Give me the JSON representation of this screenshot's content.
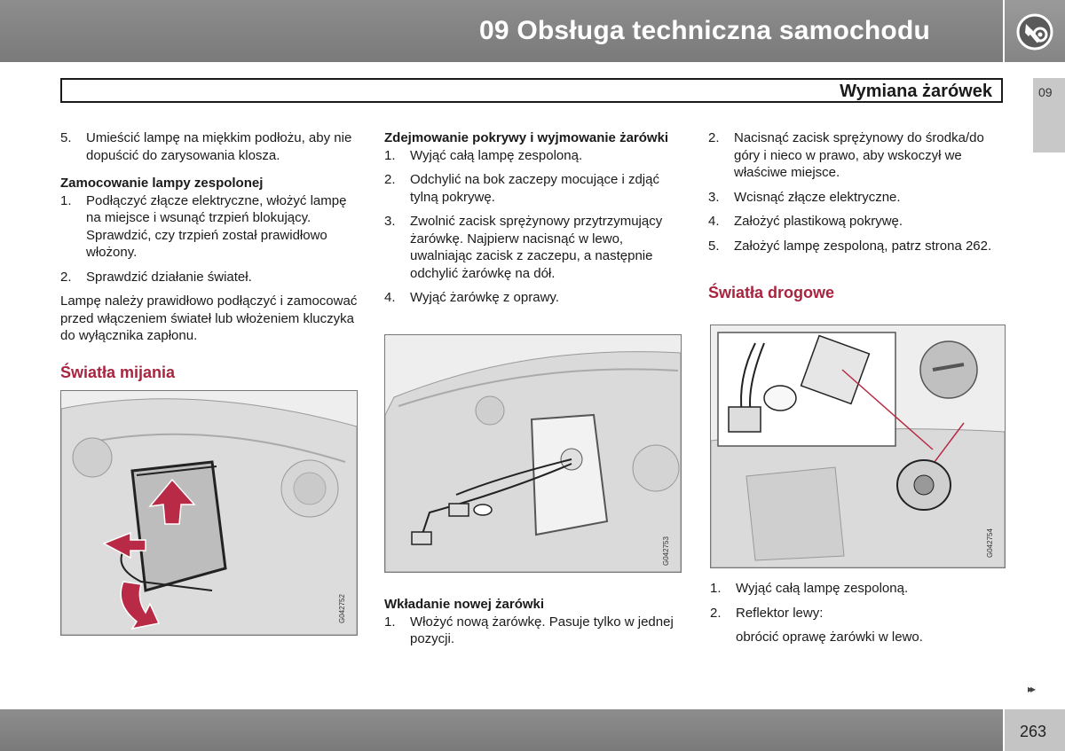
{
  "header": {
    "chapter_title": "09 Obsługa techniczna samochodu",
    "icon": "wrench-gear-icon",
    "section_title": "Wymiana żarówek",
    "chapter_tab": "09"
  },
  "col1": {
    "step5": {
      "num": "5.",
      "text": "Umieścić lampę na miękkim podłożu, aby nie dopuścić do zarysowania klosza."
    },
    "heading": "Zamocowanie lampy zespolonej",
    "steps": [
      {
        "num": "1.",
        "text": "Podłączyć złącze elektryczne, włożyć lampę na miejsce i wsunąć trzpień blokujący. Sprawdzić, czy trzpień został prawidłowo włożony."
      },
      {
        "num": "2.",
        "text": "Sprawdzić działanie świateł."
      }
    ],
    "paragraph": "Lampę należy prawidłowo podłączyć i zamocować przed włączeniem świateł lub włożeniem kluczyka do wyłącznika zapłonu.",
    "red_heading": "Światła mijania",
    "figure_code": "G042752"
  },
  "col2": {
    "heading": "Zdejmowanie pokrywy i wyjmowanie żarówki",
    "steps": [
      {
        "num": "1.",
        "text": "Wyjąć całą lampę zespoloną."
      },
      {
        "num": "2.",
        "text": "Odchylić na bok zaczepy mocujące i zdjąć tylną pokrywę."
      },
      {
        "num": "3.",
        "text": "Zwolnić zacisk sprężynowy przytrzymujący żarówkę. Najpierw nacisnąć w lewo, uwalniając zacisk z zaczepu, a następnie odchylić żarówkę na dół."
      },
      {
        "num": "4.",
        "text": "Wyjąć żarówkę z oprawy."
      }
    ],
    "figure_code": "G042753",
    "heading2": "Wkładanie nowej żarówki",
    "steps2": [
      {
        "num": "1.",
        "text": "Włożyć nową żarówkę. Pasuje tylko w jednej pozycji."
      }
    ]
  },
  "col3": {
    "steps": [
      {
        "num": "2.",
        "text": "Nacisnąć zacisk sprężynowy do środka/do góry i nieco w prawo, aby wskoczył we właściwe miejsce."
      },
      {
        "num": "3.",
        "text": "Wcisnąć złącze elektryczne."
      },
      {
        "num": "4.",
        "text": "Założyć plastikową pokrywę."
      },
      {
        "num": "5.",
        "text": "Założyć lampę zespoloną, patrz strona 262."
      }
    ],
    "red_heading": "Światła drogowe",
    "figure_code": "G042754",
    "steps2": [
      {
        "num": "1.",
        "text": "Wyjąć całą lampę zespoloną."
      },
      {
        "num": "2.",
        "text": "Reflektor lewy:"
      }
    ],
    "note": "obrócić oprawę żarówki w lewo."
  },
  "footer": {
    "next_marker": "▸▸",
    "page_number": "263"
  },
  "colors": {
    "header_gray": "#808080",
    "accent_red": "#a8243f"
  }
}
